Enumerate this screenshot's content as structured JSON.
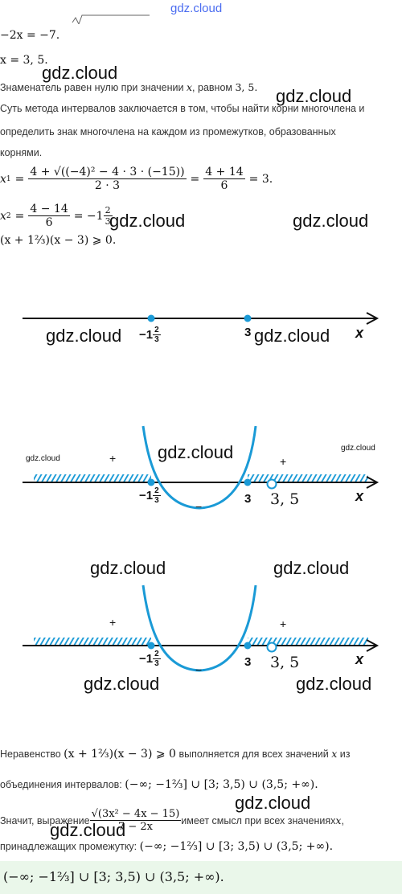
{
  "watermark": {
    "top": "gdz.cloud",
    "text": "gdz.cloud"
  },
  "solution": {
    "eq1": "−2x = −7.",
    "eq2": "x = 3, 5.",
    "p1_pre": "Знаменатель равен нулю при значении ",
    "p1_var": "x",
    "p1_mid": ", равном ",
    "p1_val": "3, 5.",
    "p2_line1": "Суть метода интервалов заключается в том, чтобы найти корни многочлена и",
    "p2_line2": "определить знак многочлена на каждом из промежутков, образованных",
    "p2_line3": "корнями.",
    "x1_lhs": "x",
    "x1_sub": "1",
    "x1_num": "4 + √((−4)² − 4 · 3 · (−15))",
    "x1_den": "2 · 3",
    "x1_num2": "4 + 14",
    "x1_den2": "6",
    "x1_result": "= 3.",
    "x2_lhs": "x",
    "x2_sub": "2",
    "x2_num": "4 − 14",
    "x2_den": "6",
    "x2_result": "= −1",
    "x2_mixed_num": "2",
    "x2_mixed_den": "3",
    "ineq": "(x + 1⅔)(x − 3) ⩾ 0."
  },
  "number_lines": {
    "axis_label": "x",
    "point_left": "−1",
    "point_left_num": "2",
    "point_left_den": "3",
    "point_right": "3",
    "excluded_point": "3, 5",
    "plus": "+",
    "minus": "−",
    "accent_color": "#1a9ad6"
  },
  "conclusion": {
    "c1_pre": "Неравенство ",
    "c1_expr": "(x + 1⅔)(x − 3) ⩾ 0",
    "c1_post": " выполняется для всех значений ",
    "c1_var": "x",
    "c1_end": " из",
    "c2_pre": "объединения интервалов: ",
    "c2_set": "(−∞; −1⅔] ∪ [3; 3,5) ∪ (3,5; +∞).",
    "c3_pre": "Значит, выражение ",
    "c3_num": "√(3x² − 4x − 15)",
    "c3_den": "7 − 2x",
    "c3_post": " имеет смысл при всех значениях ",
    "c3_var": "x",
    "c3_end": ",",
    "c4_pre": "принадлежащих промежутку: ",
    "c4_set": "(−∞; −1⅔] ∪ [3; 3,5) ∪ (3,5; +∞).",
    "answer": "(−∞; −1⅔] ∪ [3; 3,5) ∪ (3,5; +∞)."
  }
}
